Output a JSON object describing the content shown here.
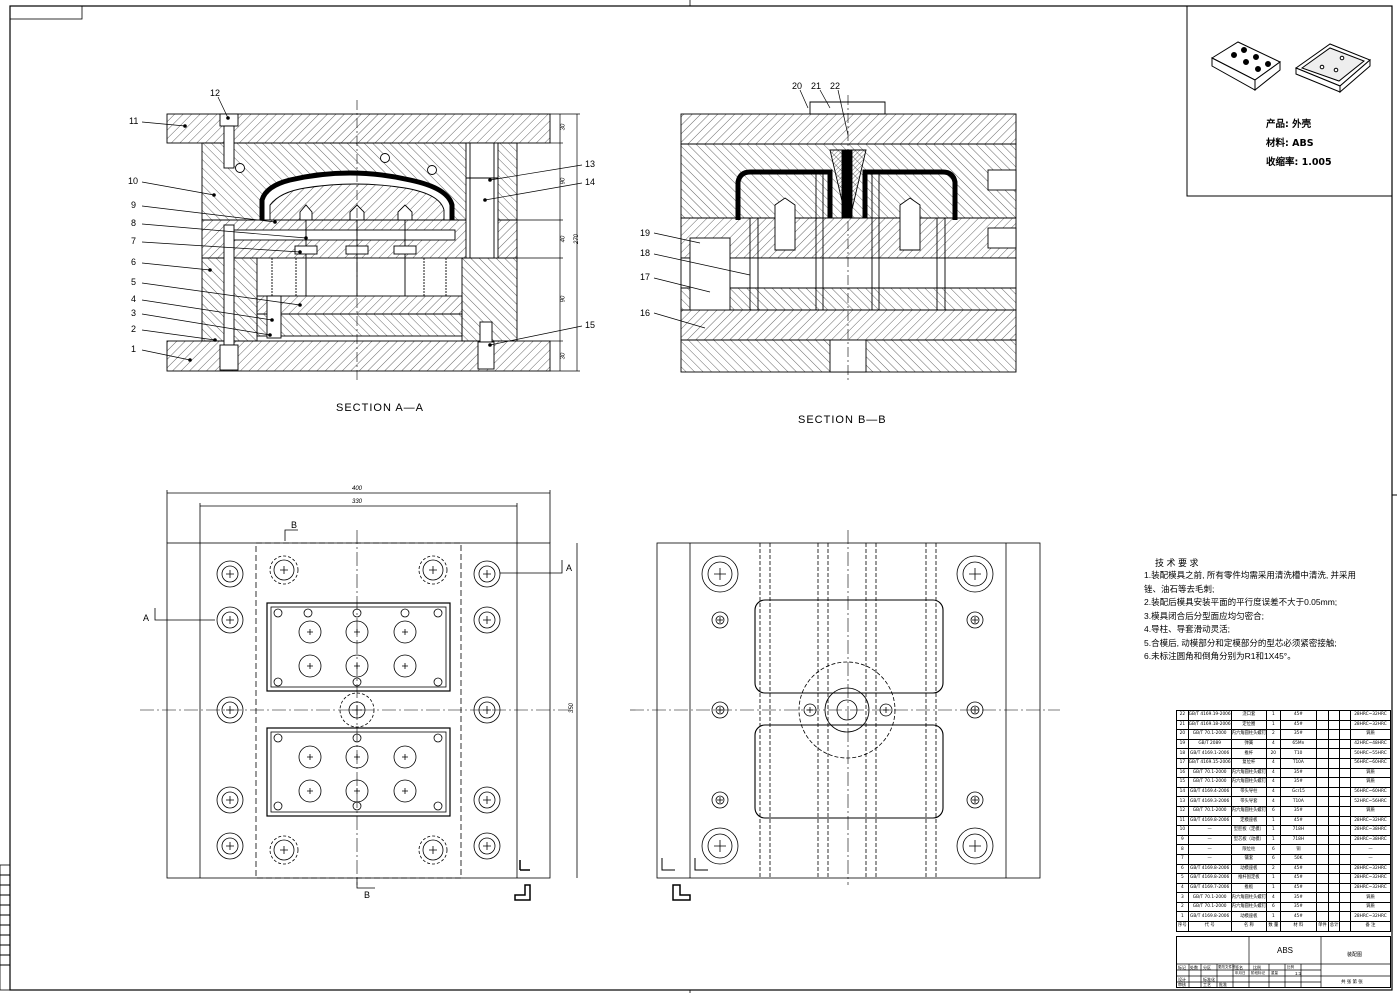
{
  "sections": {
    "aa": "SECTION  A—A",
    "bb": "SECTION  B—B"
  },
  "leaders_aa": [
    "1",
    "2",
    "3",
    "4",
    "5",
    "6",
    "7",
    "8",
    "9",
    "10",
    "11",
    "12",
    "13",
    "14",
    "15"
  ],
  "leaders_bb": [
    "16",
    "17",
    "18",
    "19",
    "20",
    "21",
    "22"
  ],
  "dims_aa": [
    "30",
    "90",
    "40",
    "270",
    "90",
    "30"
  ],
  "dims_plan": {
    "w400": "400",
    "w330": "330",
    "h350": "350"
  },
  "section_marks": {
    "a": "A",
    "b": "B"
  },
  "product": {
    "name": "产品: 外壳",
    "material": "材料: ABS",
    "shrink": "收缩率: 1.005"
  },
  "tech": {
    "title": "技 术 要 求",
    "lines": [
      "1.装配模具之前, 所有零件均需采用清洗槽中清洗, 并采用",
      "锉、油石等去毛刺;",
      "2.装配后模具安装平面的平行度误差不大于0.05mm;",
      "3.模具闭合后分型面应均匀密合;",
      "4.导柱、导套滑动灵活;",
      "5.合模后, 动模部分和定模部分的型芯必须紧密接触;",
      "6.未标注圆角和倒角分别为R1和1X45°。"
    ]
  },
  "bom": [
    {
      "no": "22",
      "std": "GB/T 4169.19-2006",
      "name": "浇口套",
      "qty": "1",
      "mat": "45#",
      "note": "28HRC~32HRC"
    },
    {
      "no": "21",
      "std": "GB/T 4169.18-2006",
      "name": "定位圈",
      "qty": "1",
      "mat": "45#",
      "note": "28HRC~32HRC"
    },
    {
      "no": "20",
      "std": "GB/T 70.1-2000",
      "name": "内六角圆柱头螺钉",
      "qty": "2",
      "mat": "35#",
      "note": "调质"
    },
    {
      "no": "19",
      "std": "GB/T 2089",
      "name": "弹簧",
      "qty": "4",
      "mat": "65Mn",
      "note": "42HRC~48HRC"
    },
    {
      "no": "18",
      "std": "GB/T 4169.1-2006",
      "name": "推杆",
      "qty": "20",
      "mat": "T10",
      "note": "50HRC~55HRC"
    },
    {
      "no": "17",
      "std": "GB/T 4169.15-2006",
      "name": "复位杆",
      "qty": "4",
      "mat": "T10A",
      "note": "56HRC~60HRC"
    },
    {
      "no": "16",
      "std": "GB/T 70.1-2000",
      "name": "内六角圆柱头螺钉",
      "qty": "4",
      "mat": "35#",
      "note": "调质"
    },
    {
      "no": "15",
      "std": "GB/T 70.1-2000",
      "name": "内六角圆柱头螺钉",
      "qty": "4",
      "mat": "35#",
      "note": "调质"
    },
    {
      "no": "14",
      "std": "GB/T 4169.4-2006",
      "name": "带头导柱",
      "qty": "4",
      "mat": "Gcr15",
      "note": "56HRC~60HRC"
    },
    {
      "no": "13",
      "std": "GB/T 4169.3-2006",
      "name": "带头导套",
      "qty": "4",
      "mat": "T10A",
      "note": "52HRC~56HRC"
    },
    {
      "no": "12",
      "std": "GB/T 70.1-2000",
      "name": "内六角圆柱头螺钉",
      "qty": "6",
      "mat": "35#",
      "note": "调质"
    },
    {
      "no": "11",
      "std": "GB/T 4169.8-2006",
      "name": "定模座板",
      "qty": "1",
      "mat": "45#",
      "note": "28HRC~32HRC"
    },
    {
      "no": "10",
      "std": "—",
      "name": "型腔板（定模）",
      "qty": "1",
      "mat": "718H",
      "note": "28HRC~38HRC"
    },
    {
      "no": "9",
      "std": "—",
      "name": "型芯板（动模）",
      "qty": "1",
      "mat": "718H",
      "note": "28HRC~38HRC"
    },
    {
      "no": "8",
      "std": "—",
      "name": "限位柱",
      "qty": "6",
      "mat": "铜",
      "note": "—"
    },
    {
      "no": "7",
      "std": "—",
      "name": "镶套",
      "qty": "6",
      "mat": "50K",
      "note": "—"
    },
    {
      "no": "6",
      "std": "GB/T 4169.8-2006",
      "name": "动模座板",
      "qty": "2",
      "mat": "45#",
      "note": "28HRC~32HRC"
    },
    {
      "no": "5",
      "std": "GB/T 4169.8-2006",
      "name": "推杆固定板",
      "qty": "1",
      "mat": "45#",
      "note": "28HRC~32HRC"
    },
    {
      "no": "4",
      "std": "GB/T 4169.7-2006",
      "name": "推板",
      "qty": "1",
      "mat": "45#",
      "note": "28HRC~32HRC"
    },
    {
      "no": "3",
      "std": "GB/T 70.1-2000",
      "name": "内六角圆柱头螺钉",
      "qty": "4",
      "mat": "35#",
      "note": "调质"
    },
    {
      "no": "2",
      "std": "GB/T 70.1-2000",
      "name": "内六角圆柱头螺钉",
      "qty": "6",
      "mat": "35#",
      "note": "调质"
    },
    {
      "no": "1",
      "std": "GB/T 4169.8-2006",
      "name": "动模座板",
      "qty": "1",
      "mat": "45#",
      "note": "28HRC~32HRC"
    }
  ],
  "bom_header": {
    "no": "序号",
    "std": "代 号",
    "name": "名 称",
    "qty": "数 量",
    "mat": "材 料",
    "w1": "单件",
    "w2": "总计",
    "note": "备 注"
  },
  "title_block": {
    "material": "ABS",
    "drawing": "装配图",
    "scale_label": "比例",
    "scale": "1:1",
    "sheet": "共 张 第 张",
    "labels": [
      "标记",
      "处数",
      "分区",
      "更改文件号",
      "签名",
      "年月日",
      "设计",
      "标准化",
      "阶段标记",
      "重量",
      "比例",
      "审核",
      "工艺",
      "批准"
    ]
  },
  "colors": {
    "line": "#000000",
    "paper": "#ffffff"
  }
}
